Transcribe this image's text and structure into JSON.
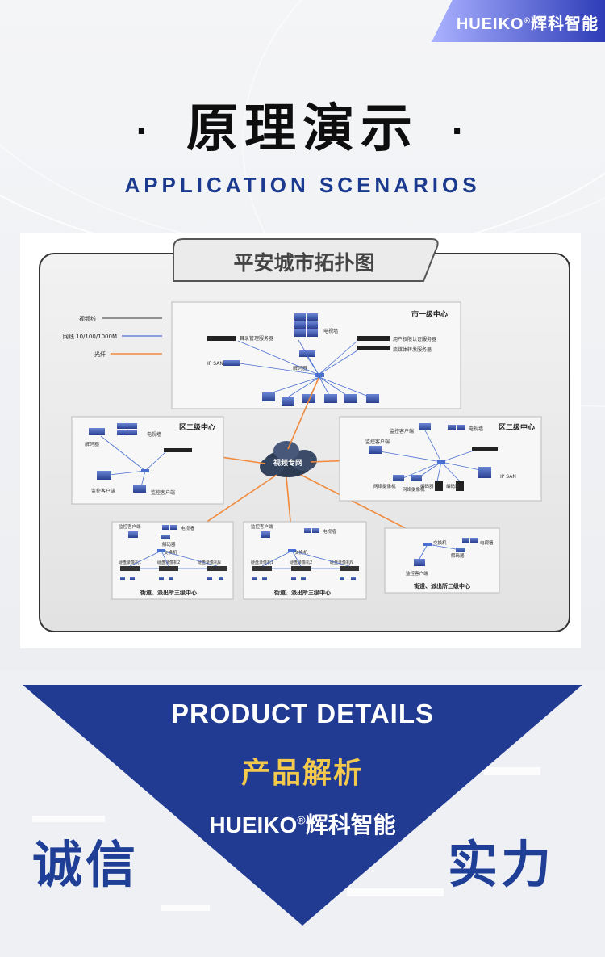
{
  "brand": {
    "name": "HUEIKO",
    "reg": "®",
    "cn": "辉科智能"
  },
  "header": {
    "dot": "·",
    "title": "原理演示",
    "subtitle": "APPLICATION SCENARIOS"
  },
  "diagram": {
    "title": "平安城市拓扑图",
    "legend": [
      {
        "label": "视频线",
        "color": "#333333"
      },
      {
        "label": "网线 10/100/1000M",
        "color": "#4a6fd0"
      },
      {
        "label": "光纤",
        "color": "#f08a3c"
      }
    ],
    "city": {
      "name": "市一级中心",
      "tv_wall": "电视墙",
      "dir_server": "目录管理服务器",
      "auth_server": "用户权限认证服务器",
      "media_server": "流媒体转发服务器",
      "ipsan": "IP SAN",
      "decoder": "解码器"
    },
    "cloud": "视频专网",
    "district_left": {
      "name": "区二级中心",
      "tv_wall": "电视墙",
      "decoder": "解码器",
      "client1": "监控客户端",
      "client2": "监控客户端"
    },
    "district_right": {
      "name": "区二级中心",
      "client1": "监控客户端",
      "tv_wall": "电视墙",
      "client2": "监控客户端",
      "ipsan": "IP SAN",
      "nvr1": "网络摄像机",
      "nvr2": "网络摄像机",
      "enc1": "编码器",
      "enc2": "编码器"
    },
    "street1": {
      "name": "街道、派出所三级中心",
      "client": "监控客户端",
      "tv_wall": "电视墙",
      "decoder": "解码器",
      "switch": "交换机",
      "dvr1": "硬盘录像机1",
      "dvr2": "硬盘录像机2",
      "dvrn": "硬盘录像机N"
    },
    "street2": {
      "name": "街道、派出所三级中心",
      "client": "监控客户端",
      "tv_wall": "电视墙",
      "switch": "交换机",
      "dvr1": "硬盘录像机1",
      "dvr2": "硬盘录像机2",
      "dvrn": "硬盘录像机N"
    },
    "street3": {
      "name": "街道、派出所三级中心",
      "switch": "交换机",
      "tv_wall": "电视墙",
      "decoder": "解码器",
      "client": "监控客户端"
    }
  },
  "product": {
    "en": "PRODUCT DETAILS",
    "cn": "产品解析",
    "brand": "HUEIKO",
    "reg": "®",
    "brand_cn": "辉科智能",
    "left": "诚信",
    "right": "实力"
  }
}
